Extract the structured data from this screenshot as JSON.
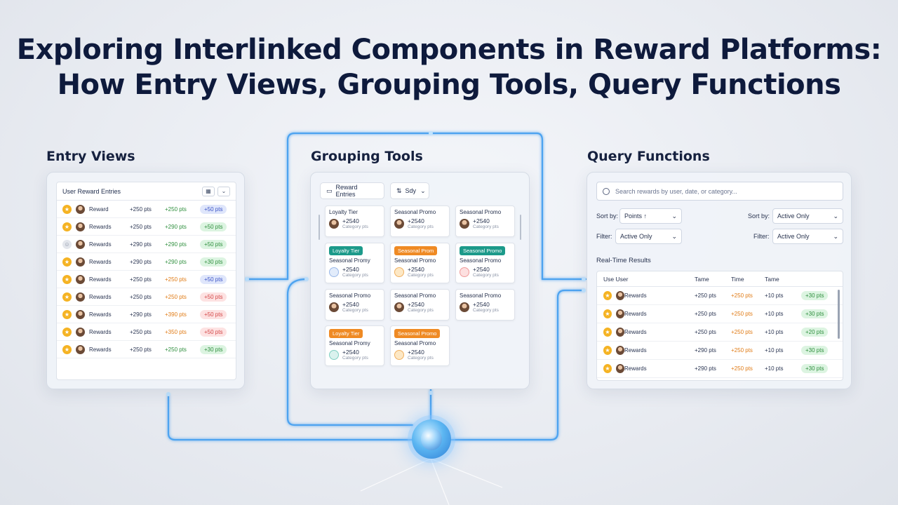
{
  "title": {
    "line1": "Exploring Interlinked Components in Reward Platforms:",
    "line2": "How Entry Views, Grouping Tools, Query Functions"
  },
  "colors": {
    "wire": "#4da3f0",
    "accent_orange": "#e07b16",
    "accent_green": "#2f8f3e"
  },
  "entry_views": {
    "label": "Entry Views",
    "header": "User Reward Entries",
    "rows": [
      {
        "icon": "star-icon",
        "name": "Reward",
        "a": "+250 pts",
        "b": "+250 pts",
        "b_color": "green",
        "pill": "+50 pts",
        "pill_color": "blue"
      },
      {
        "icon": "star-icon",
        "name": "Rewards",
        "a": "+250 pts",
        "b": "+290 pts",
        "b_color": "green",
        "pill": "+50 pts",
        "pill_color": "green"
      },
      {
        "icon": "user-icon",
        "name": "Rewards",
        "a": "+290 pts",
        "b": "+290 pts",
        "b_color": "green",
        "pill": "+50 pts",
        "pill_color": "green"
      },
      {
        "icon": "star-icon",
        "name": "Rewards",
        "a": "+290 pts",
        "b": "+290 pts",
        "b_color": "green",
        "pill": "+30 pts",
        "pill_color": "green"
      },
      {
        "icon": "star-icon",
        "name": "Rewards",
        "a": "+250 pts",
        "b": "+250 pts",
        "b_color": "orange",
        "pill": "+50 pts",
        "pill_color": "blue"
      },
      {
        "icon": "star-icon",
        "name": "Rewards",
        "a": "+250 pts",
        "b": "+250 pts",
        "b_color": "orange",
        "pill": "+50 pts",
        "pill_color": "red"
      },
      {
        "icon": "star-icon",
        "name": "Rewards",
        "a": "+290 pts",
        "b": "+390 pts",
        "b_color": "orange",
        "pill": "+50 pts",
        "pill_color": "red"
      },
      {
        "icon": "star-icon",
        "name": "Rewards",
        "a": "+250 pts",
        "b": "+350 pts",
        "b_color": "orange",
        "pill": "+50 pts",
        "pill_color": "red"
      },
      {
        "icon": "star-icon",
        "name": "Rewards",
        "a": "+250 pts",
        "b": "+250 pts",
        "b_color": "green",
        "pill": "+30 pts",
        "pill_color": "green"
      }
    ]
  },
  "grouping_tools": {
    "label": "Grouping Tools",
    "btn_entries": "Reward Entries",
    "btn_sort": "Sdy",
    "cards": [
      {
        "tag": "",
        "tag_color": "",
        "title": "Loyalty Tier",
        "val": "+2540",
        "sub": "Category pts",
        "icon": "face"
      },
      {
        "tag": "",
        "tag_color": "",
        "title": "Seasonal Promo",
        "val": "+2540",
        "sub": "Category pts",
        "icon": "face"
      },
      {
        "tag": "",
        "tag_color": "",
        "title": "Seasonal Promo",
        "val": "+2540",
        "sub": "Category pts",
        "icon": "face"
      },
      {
        "tag": "Loyalty Tier",
        "tag_color": "teal",
        "title": "Seasonal Promy",
        "val": "+2540",
        "sub": "Category pts",
        "icon": "blue"
      },
      {
        "tag": "Seasonal Prom",
        "tag_color": "orange",
        "title": "Seasonal Promo",
        "val": "+2540",
        "sub": "Category pts",
        "icon": "amber"
      },
      {
        "tag": "Seasonal Promo",
        "tag_color": "teal",
        "title": "Seasonal Promo",
        "val": "+2540",
        "sub": "Category pts",
        "icon": "pink"
      },
      {
        "tag": "",
        "tag_color": "",
        "title": "Seasonal Promo",
        "val": "+2540",
        "sub": "Category pts",
        "icon": "face"
      },
      {
        "tag": "",
        "tag_color": "",
        "title": "Seasonal Promo",
        "val": "+2540",
        "sub": "Category pts",
        "icon": "face"
      },
      {
        "tag": "",
        "tag_color": "",
        "title": "Seasonal Promo",
        "val": "+2540",
        "sub": "Category pts",
        "icon": "face"
      },
      {
        "tag": "Loyalty Tier",
        "tag_color": "orange",
        "title": "Seasonal Promy",
        "val": "+2540",
        "sub": "Category pts",
        "icon": "teal"
      },
      {
        "tag": "Seasonal Promo",
        "tag_color": "orange",
        "title": "Seasonal Promo",
        "val": "+2540",
        "sub": "Category pts",
        "icon": "amber"
      }
    ]
  },
  "query_functions": {
    "label": "Query Functions",
    "search_placeholder": "Search rewards by user, date, or category...",
    "sort_label_1": "Sort by:",
    "sort_value_1": "Points ↑",
    "sort_label_2": "Sort by:",
    "sort_value_2": "Active Only",
    "filter_label_1": "Filter:",
    "filter_value_1": "Active Only",
    "filter_label_2": "Filter:",
    "filter_value_2": "Active Only",
    "results_title": "Real-Time Results",
    "columns": [
      "Use User",
      "Tame",
      "Time",
      "Tame"
    ],
    "rows": [
      {
        "name": "Rewards",
        "a": "+250 pts",
        "b": "+250 pts",
        "c": "+10 pts",
        "pill": "+30 pts"
      },
      {
        "name": "Rewards",
        "a": "+250 pts",
        "b": "+250 pts",
        "c": "+10 pts",
        "pill": "+30 pts"
      },
      {
        "name": "Rewards",
        "a": "+250 pts",
        "b": "+250 pts",
        "c": "+10 pts",
        "pill": "+20 pts"
      },
      {
        "name": "Rewards",
        "a": "+290 pts",
        "b": "+250 pts",
        "c": "+10 pts",
        "pill": "+30 pts"
      },
      {
        "name": "Rewards",
        "a": "+290 pts",
        "b": "+250 pts",
        "c": "+10 pts",
        "pill": "+30 pts"
      }
    ]
  }
}
